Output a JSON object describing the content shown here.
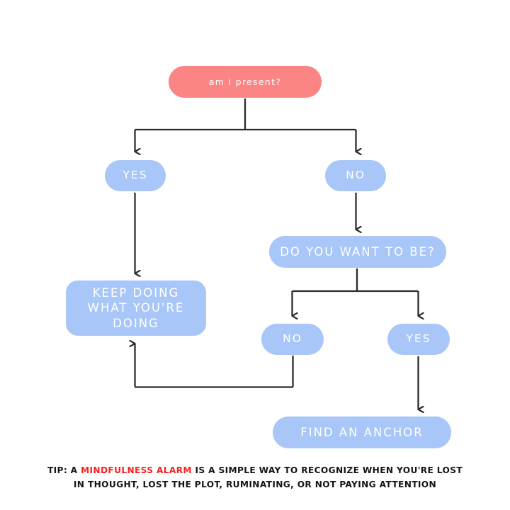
{
  "meta": {
    "title": "am i present? mindfulness decision flowchart",
    "background_color": "#ffffff",
    "node_blue": "#a8c6f8",
    "node_red": "#fb8584",
    "node_text_color": "#ffffff",
    "connector_color": "#2b2b2b",
    "caption_color": "#151515",
    "caption_highlight_color": "#fc1f1f"
  },
  "nodes": {
    "root": {
      "label": "am i present?",
      "shape": "pill",
      "color": "#fb8584"
    },
    "yes_1": {
      "label": "YES",
      "shape": "pill",
      "color": "#a8c6f8"
    },
    "no_1": {
      "label": "NO",
      "shape": "pill",
      "color": "#a8c6f8"
    },
    "want_to_be": {
      "label": "DO YOU WANT TO BE?",
      "shape": "pill",
      "color": "#a8c6f8"
    },
    "keep_doing": {
      "label": "KEEP DOING WHAT YOU'RE DOING",
      "shape": "rounded-rect",
      "color": "#a8c6f8"
    },
    "no_2": {
      "label": "NO",
      "shape": "pill",
      "color": "#a8c6f8"
    },
    "yes_2": {
      "label": "YES",
      "shape": "pill",
      "color": "#a8c6f8"
    },
    "find_anchor": {
      "label": "FIND AN ANCHOR",
      "shape": "pill",
      "color": "#a8c6f8"
    }
  },
  "edges": [
    {
      "from": "root",
      "to": "yes_1",
      "arrow": "down"
    },
    {
      "from": "root",
      "to": "no_1",
      "arrow": "down"
    },
    {
      "from": "yes_1",
      "to": "keep_doing",
      "arrow": "down"
    },
    {
      "from": "no_1",
      "to": "want_to_be",
      "arrow": "down"
    },
    {
      "from": "want_to_be",
      "to": "no_2",
      "arrow": "down"
    },
    {
      "from": "want_to_be",
      "to": "yes_2",
      "arrow": "down"
    },
    {
      "from": "no_2",
      "to": "keep_doing",
      "arrow": "up"
    },
    {
      "from": "yes_2",
      "to": "find_anchor",
      "arrow": "down"
    }
  ],
  "caption": {
    "prefix": "TIP: A ",
    "highlight": "MINDFULNESS ALARM",
    "suffix": " IS A SIMPLE WAY TO RECOGNIZE WHEN YOU'RE LOST IN THOUGHT, LOST THE PLOT, RUMINATING, OR NOT PAYING ATTENTION"
  }
}
